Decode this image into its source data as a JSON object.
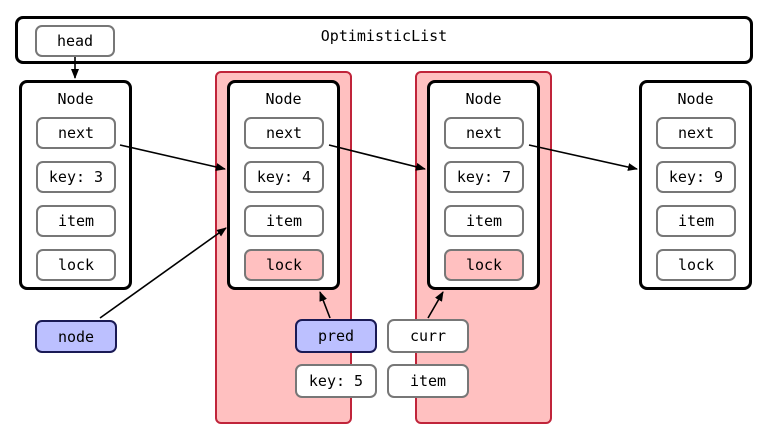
{
  "title": "OptimisticList",
  "head_label": "head",
  "node_label": "Node",
  "field_labels": {
    "next": "next",
    "item": "item",
    "lock": "lock"
  },
  "nodes": [
    {
      "key_text": "key: 3",
      "locked": false
    },
    {
      "key_text": "key: 4",
      "locked": true
    },
    {
      "key_text": "key: 7",
      "locked": true
    },
    {
      "key_text": "key: 9",
      "locked": false
    }
  ],
  "variables": {
    "node": "node",
    "pred": "pred",
    "curr": "curr",
    "key_value": "key: 5",
    "item": "item"
  },
  "colors": {
    "locked_fill": "#ffc0c0",
    "locked_border": "#c0243a",
    "variable_fill": "#bcc0ff",
    "variable_border": "#1a1a55"
  }
}
